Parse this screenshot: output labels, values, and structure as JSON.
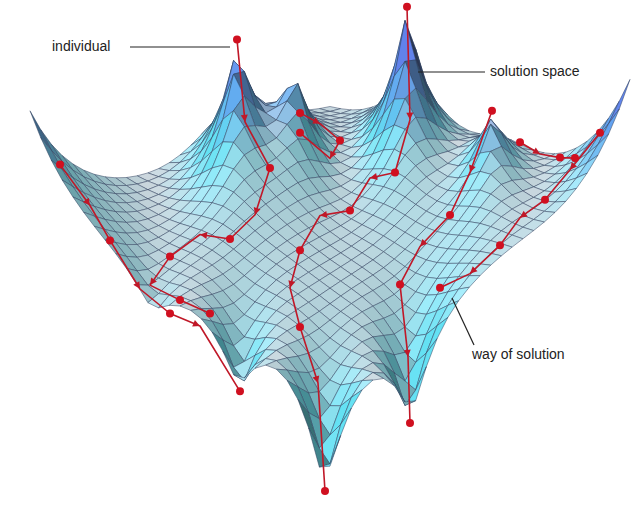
{
  "diagram": {
    "labels": [
      "individual",
      "solution space",
      "way of solution"
    ]
  }
}
